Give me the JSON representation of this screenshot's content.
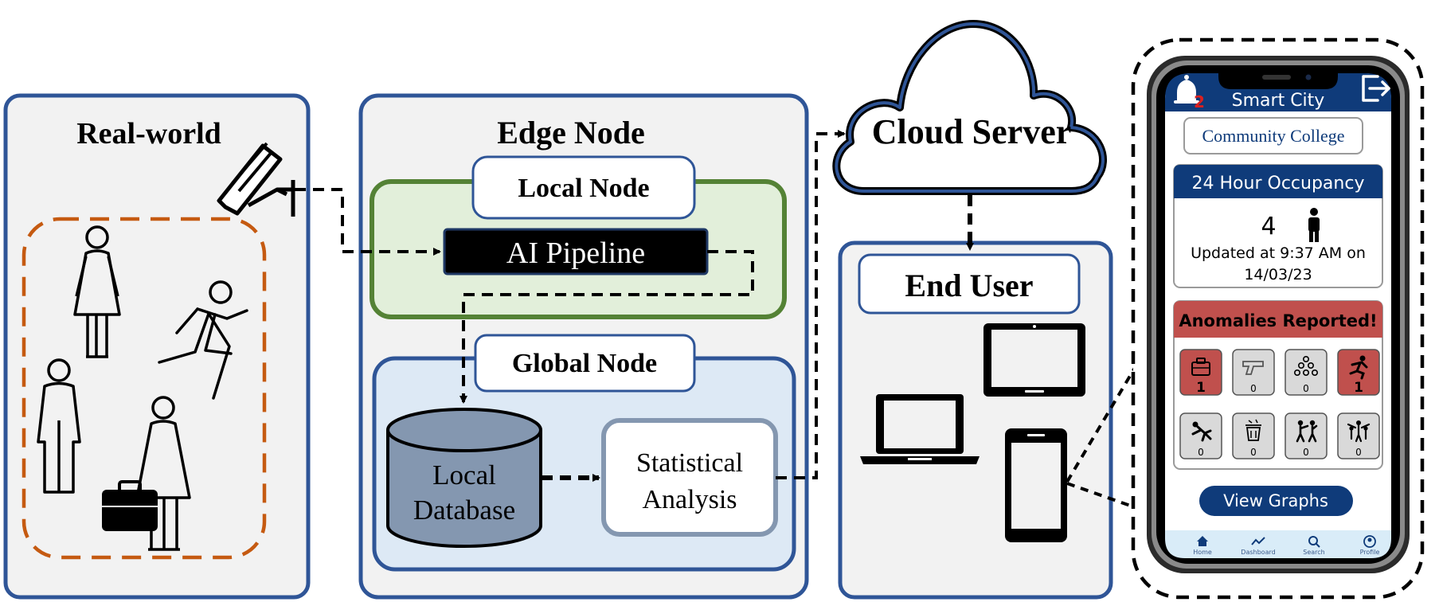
{
  "panels": {
    "real_world": "Real-world",
    "edge_node": "Edge Node",
    "local_node": "Local Node",
    "ai_pipeline": "AI Pipeline",
    "global_node": "Global Node",
    "local_database_line1": "Local",
    "local_database_line2": "Database",
    "stat_line1": "Statistical",
    "stat_line2": "Analysis",
    "cloud_server": "Cloud Server",
    "end_user": "End User"
  },
  "phone": {
    "notification_count": "2",
    "app_title": "Smart City",
    "location": "Community College",
    "occupancy_title": "24 Hour Occupancy",
    "occupancy_count": "4",
    "updated_line1": "Updated at 9:37 AM on",
    "updated_line2": "14/03/23",
    "anomalies_title": "Anomalies Reported!",
    "anomalies": [
      {
        "icon": "briefcase-icon",
        "count": "1",
        "alert": true
      },
      {
        "icon": "gun-icon",
        "count": "0",
        "alert": false
      },
      {
        "icon": "crowd-icon",
        "count": "0",
        "alert": false
      },
      {
        "icon": "running-person-icon",
        "count": "1",
        "alert": true
      },
      {
        "icon": "falling-person-icon",
        "count": "0",
        "alert": false
      },
      {
        "icon": "littering-icon",
        "count": "0",
        "alert": false
      },
      {
        "icon": "fighting-icon",
        "count": "0",
        "alert": false
      },
      {
        "icon": "gathering-icon",
        "count": "0",
        "alert": false
      }
    ],
    "view_graphs": "View Graphs",
    "nav": [
      "Home",
      "Dashboard",
      "Search",
      "Profile"
    ]
  },
  "colors": {
    "panel_border": "#2f5597",
    "panel_fill": "#f2f2f2",
    "local_node_border": "#548235",
    "local_node_fill": "#e2efda",
    "global_node_fill": "#dde9f5",
    "person_box": "#c55a11",
    "db_fill": "#8497b0",
    "app_navy": "#0f3b7a",
    "anomaly_red": "#c0504d"
  }
}
